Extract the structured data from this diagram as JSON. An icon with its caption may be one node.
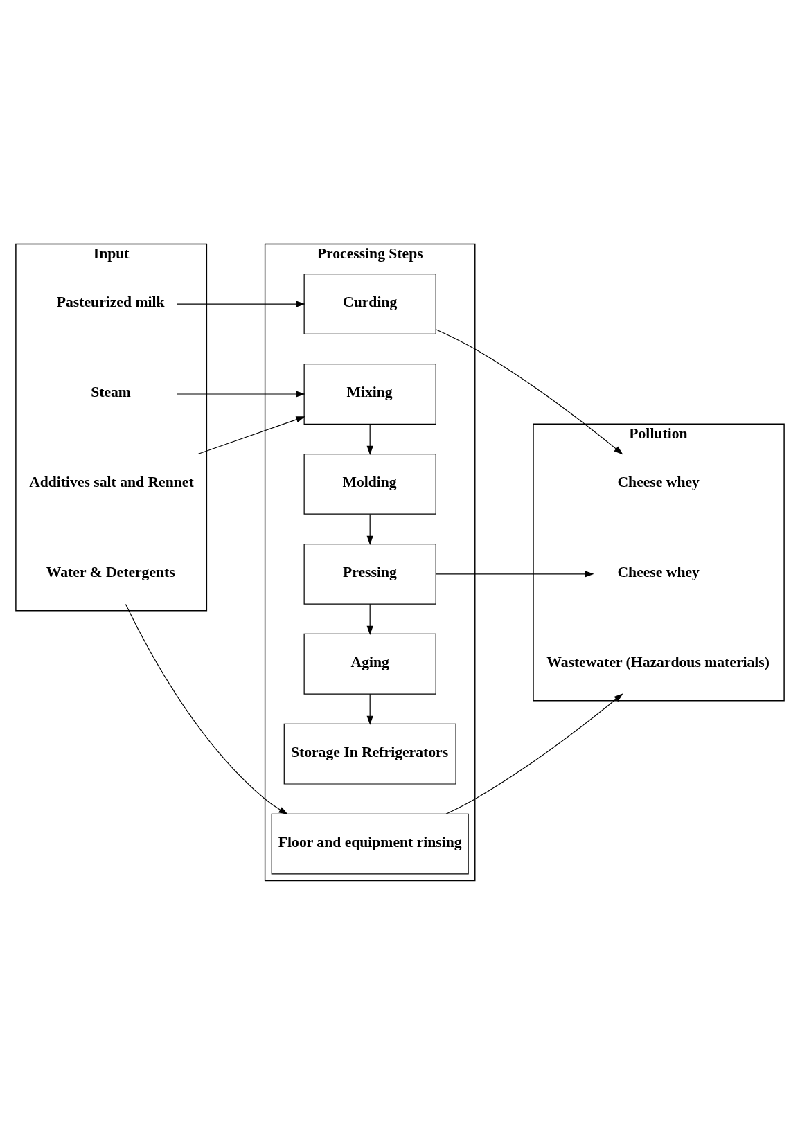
{
  "diagram": {
    "nodes": [
      {
        "text": [
          "Input"
        ]
      },
      {
        "text": [
          "Processing Steps"
        ]
      },
      {
        "text": [
          "Pollution"
        ]
      },
      {
        "text": [
          "Pasteurized milk"
        ],
        "in": 0
      },
      {
        "text": [
          "Steam"
        ],
        "in": 0
      },
      {
        "text": [
          "Additives salt and Rennet"
        ],
        "in": 0
      },
      {
        "text": [
          "Water & Detergents"
        ],
        "in": 0
      },
      {
        "text": [
          "Curding"
        ],
        "in": 1
      },
      {
        "text": [
          "Mixing"
        ],
        "in": 1
      },
      {
        "text": [
          "Molding"
        ],
        "in": 1
      },
      {
        "text": [
          "Pressing"
        ],
        "in": 1
      },
      {
        "text": [
          "Aging"
        ],
        "in": 1
      },
      {
        "text": [
          "Storage In Refrigerators"
        ],
        "in": 1
      },
      {
        "text": [
          "Floor and equipment rinsing"
        ],
        "in": 1
      },
      {
        "text": [
          "Cheese whey"
        ],
        "in": 2
      },
      {
        "text": [
          "Cheese whey"
        ],
        "in": 2
      },
      {
        "text": [
          "Wastewater (Hazardous materials)"
        ],
        "in": 2
      }
    ],
    "edges": [
      {
        "from": 3,
        "to": 7,
        "arrow": "to"
      },
      {
        "from": 7,
        "to": 14,
        "arrow": "to"
      },
      {
        "from": 4,
        "to": 8,
        "arrow": "to"
      },
      {
        "from": 5,
        "to": 8,
        "arrow": "to"
      },
      {
        "from": 8,
        "to": 9,
        "arrow": "to"
      },
      {
        "from": 9,
        "to": 10,
        "arrow": "to"
      },
      {
        "from": 10,
        "to": 15,
        "arrow": "to"
      },
      {
        "from": 10,
        "to": 11,
        "arrow": "to"
      },
      {
        "from": 11,
        "to": 12,
        "arrow": "to"
      },
      {
        "from": 6,
        "to": 13,
        "arrow": "to"
      },
      {
        "from": 13,
        "to": 16,
        "arrow": "to"
      }
    ]
  }
}
